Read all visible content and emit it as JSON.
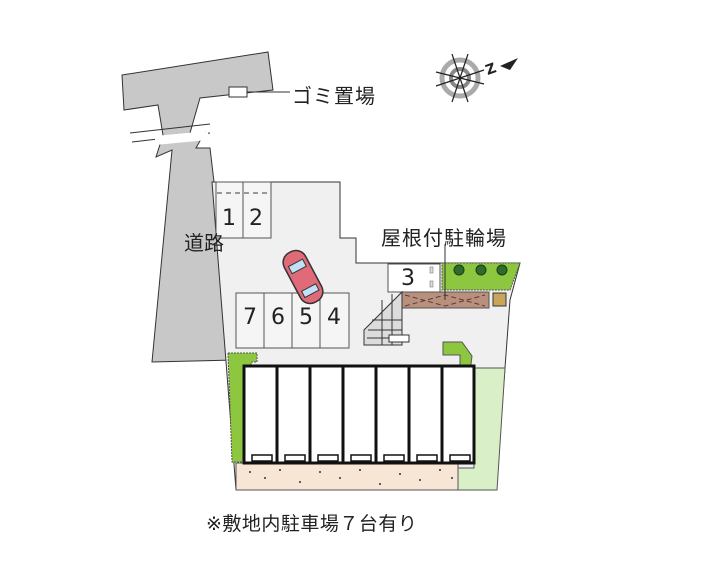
{
  "labels": {
    "garbage_area": "ゴミ置場",
    "road": "道路",
    "covered_bicycle_parking": "屋根付駐輪場",
    "footnote": "※敷地内駐車場７台有り"
  },
  "compass": {
    "icon": "compass-north-arrow",
    "north_label": "N"
  },
  "parking_spaces": [
    {
      "number": "1"
    },
    {
      "number": "2"
    },
    {
      "number": "3"
    },
    {
      "number": "4"
    },
    {
      "number": "5"
    },
    {
      "number": "6"
    },
    {
      "number": "7"
    }
  ],
  "building": {
    "units": 7
  },
  "colors": {
    "road": "#c8c8c8",
    "lot": "#f0f0f0",
    "greenery": "#8dc63f",
    "lawn": "#d8efc8",
    "bike_roof": "#b98f7e",
    "gravel": "#f7e6d6",
    "car": "#e06a78"
  }
}
